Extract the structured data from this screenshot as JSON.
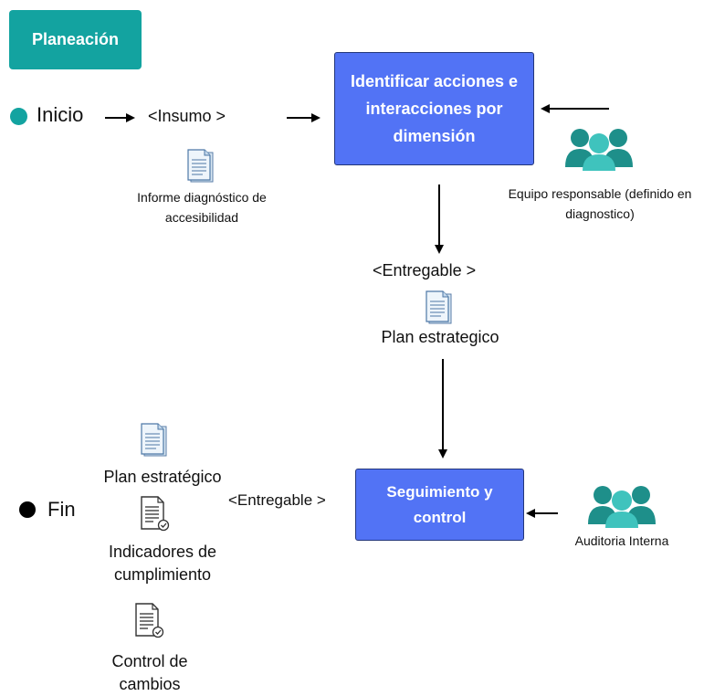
{
  "header": {
    "badge_label": "Planeación"
  },
  "start": {
    "label": "Inicio",
    "color": "#13a3a0"
  },
  "end": {
    "label": "Fin",
    "color": "#000000"
  },
  "input": {
    "label": "<Insumo >",
    "document_label": "Informe diagnóstico de accesibilidad",
    "document_icon": "document-icon"
  },
  "process_1": {
    "label": "Identificar acciones e interacciones por dimensión",
    "color": "#5273f5",
    "actor_label": "Equipo responsable (definido en diagnostico)",
    "actor_icon": "team-icon"
  },
  "deliverable_1": {
    "label": "<Entregable >",
    "document_label": "Plan estrategico",
    "document_icon": "document-icon"
  },
  "process_2": {
    "label": "Seguimiento y control",
    "color": "#5273f5",
    "actor_label": "Auditoria Interna",
    "actor_icon": "team-icon"
  },
  "deliverable_2": {
    "label": "<Entregable >",
    "documents": [
      {
        "label": "Plan estratégico",
        "icon": "document-icon"
      },
      {
        "label": "Indicadores de cumplimiento",
        "icon": "checklist-document-icon"
      },
      {
        "label": "Control de cambios",
        "icon": "checklist-document-icon"
      }
    ]
  },
  "colors": {
    "accent": "#13a3a0",
    "process": "#5273f5",
    "team": "#1e8f8a"
  }
}
